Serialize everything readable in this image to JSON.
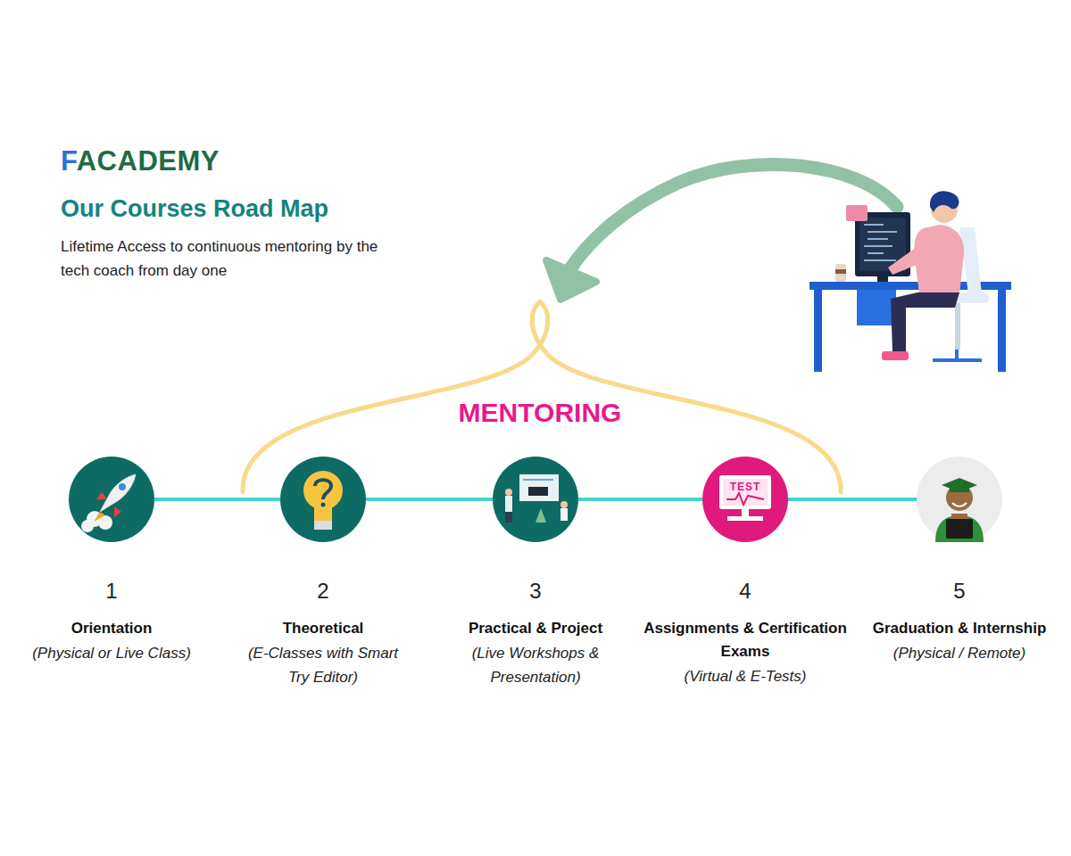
{
  "diagram": {
    "title": "Our Courses Road Map",
    "nodes": [
      {
        "text": [
          "1",
          "Orientation",
          "(Physical or Live Class)"
        ]
      },
      {
        "text": [
          "2",
          "Theoretical",
          "(E-Classes with Smart Try Editor)"
        ]
      },
      {
        "text": [
          "3",
          "Practical & Project",
          "(Live Workshops & Presentation)"
        ]
      },
      {
        "text": [
          "4",
          "Assignments & Certification Exams",
          "(Virtual & E-Tests)"
        ]
      },
      {
        "text": [
          "5",
          "Graduation & Internship",
          "(Physical / Remote)"
        ]
      }
    ],
    "edges": [
      {
        "from": 0,
        "to": 1,
        "arrow": "none"
      },
      {
        "from": 1,
        "to": 2,
        "arrow": "none"
      },
      {
        "from": 2,
        "to": 3,
        "arrow": "none"
      },
      {
        "from": 3,
        "to": 4,
        "arrow": "none"
      }
    ],
    "labels": [
      "FACADEMY",
      "Lifetime Access to continuous mentoring by the tech coach from day one",
      "MENTORING",
      "TEST"
    ]
  }
}
